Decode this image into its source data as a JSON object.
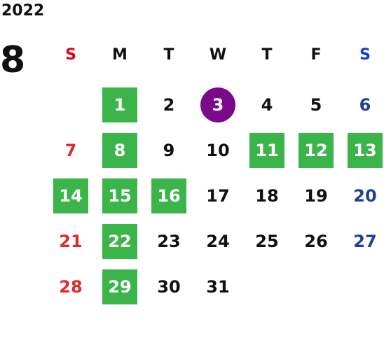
{
  "header": {
    "year": "2022",
    "month": "8"
  },
  "weekdays": [
    "S",
    "M",
    "T",
    "W",
    "T",
    "F",
    "S"
  ],
  "colors": {
    "sunday_text": "#e02a2a",
    "saturday_text": "#1f3f9a",
    "highlight_green": "#3bb54a",
    "today_purple": "#7a0a8a"
  },
  "calendar": {
    "days": [
      {
        "label": "1",
        "col": 1,
        "row": 0,
        "style": "green"
      },
      {
        "label": "2",
        "col": 2,
        "row": 0,
        "style": "normal"
      },
      {
        "label": "3",
        "col": 3,
        "row": 0,
        "style": "today"
      },
      {
        "label": "4",
        "col": 4,
        "row": 0,
        "style": "normal"
      },
      {
        "label": "5",
        "col": 5,
        "row": 0,
        "style": "normal"
      },
      {
        "label": "6",
        "col": 6,
        "row": 0,
        "style": "normal"
      },
      {
        "label": "7",
        "col": 0,
        "row": 1,
        "style": "normal"
      },
      {
        "label": "8",
        "col": 1,
        "row": 1,
        "style": "green"
      },
      {
        "label": "9",
        "col": 2,
        "row": 1,
        "style": "normal"
      },
      {
        "label": "10",
        "col": 3,
        "row": 1,
        "style": "normal"
      },
      {
        "label": "11",
        "col": 4,
        "row": 1,
        "style": "green"
      },
      {
        "label": "12",
        "col": 5,
        "row": 1,
        "style": "green"
      },
      {
        "label": "13",
        "col": 6,
        "row": 1,
        "style": "green"
      },
      {
        "label": "14",
        "col": 0,
        "row": 2,
        "style": "green"
      },
      {
        "label": "15",
        "col": 1,
        "row": 2,
        "style": "green"
      },
      {
        "label": "16",
        "col": 2,
        "row": 2,
        "style": "green"
      },
      {
        "label": "17",
        "col": 3,
        "row": 2,
        "style": "normal"
      },
      {
        "label": "18",
        "col": 4,
        "row": 2,
        "style": "normal"
      },
      {
        "label": "19",
        "col": 5,
        "row": 2,
        "style": "normal"
      },
      {
        "label": "20",
        "col": 6,
        "row": 2,
        "style": "normal"
      },
      {
        "label": "21",
        "col": 0,
        "row": 3,
        "style": "normal"
      },
      {
        "label": "22",
        "col": 1,
        "row": 3,
        "style": "green"
      },
      {
        "label": "23",
        "col": 2,
        "row": 3,
        "style": "normal"
      },
      {
        "label": "24",
        "col": 3,
        "row": 3,
        "style": "normal"
      },
      {
        "label": "25",
        "col": 4,
        "row": 3,
        "style": "normal"
      },
      {
        "label": "26",
        "col": 5,
        "row": 3,
        "style": "normal"
      },
      {
        "label": "27",
        "col": 6,
        "row": 3,
        "style": "normal"
      },
      {
        "label": "28",
        "col": 0,
        "row": 4,
        "style": "normal"
      },
      {
        "label": "29",
        "col": 1,
        "row": 4,
        "style": "green"
      },
      {
        "label": "30",
        "col": 2,
        "row": 4,
        "style": "normal"
      },
      {
        "label": "31",
        "col": 3,
        "row": 4,
        "style": "normal"
      }
    ]
  }
}
